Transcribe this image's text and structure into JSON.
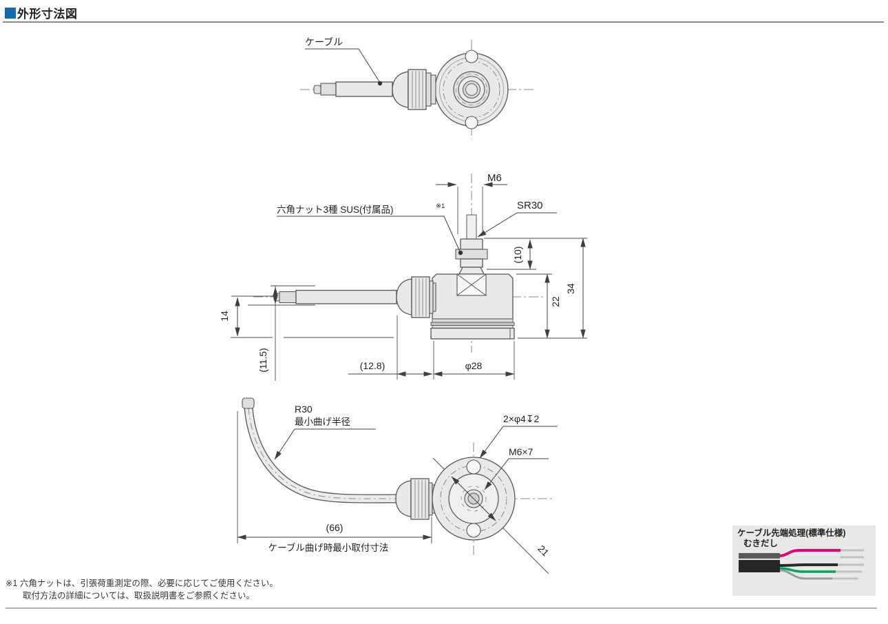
{
  "page": {
    "title": "外形寸法図",
    "accent_color": "#1668b3"
  },
  "top_view": {
    "cable_label": "ケーブル"
  },
  "middle_view": {
    "hex_nut_label": "六角ナット3種 SUS(付属品)",
    "hex_nut_ref": "※1",
    "thread_label": "M6",
    "sphere_label": "SR30",
    "dim_stud_height": "(10)",
    "dim_body_height": "22",
    "dim_total_height": "34",
    "dim_cable_offset": "14",
    "dim_cable_drop": "(11.5)",
    "dim_connector_length": "(12.8)",
    "dim_body_diameter": "φ28"
  },
  "bottom_view": {
    "bend_radius_label": "R30",
    "bend_radius_sub": "最小曲げ半径",
    "holes_label": "2×φ4↧2",
    "thread_label": "M6×7",
    "dim_min_mount": "(66)",
    "dim_min_mount_label": "ケーブル曲げ時最小取付寸法",
    "dim_bolt_circle": "21"
  },
  "footnote": {
    "line1": "※1 六角ナットは、引張荷重測定の際、必要に応じてご使用ください。",
    "line2": "取付方法の詳細については、取扱説明書をご参照ください。"
  },
  "cable_end_box": {
    "title": "ケーブル先端処理(標準仕様)",
    "subtitle": "むきだし",
    "wire_colors": {
      "pink": "#e5007d",
      "white": "#e3e3e3",
      "black": "#2b2b2b",
      "green": "#00a65d",
      "shield": "#9a9a9a",
      "stripped_tip": "#c0c0c0",
      "sheath_outer": "#262626",
      "sheath_inner": "#5a5a5a"
    }
  }
}
